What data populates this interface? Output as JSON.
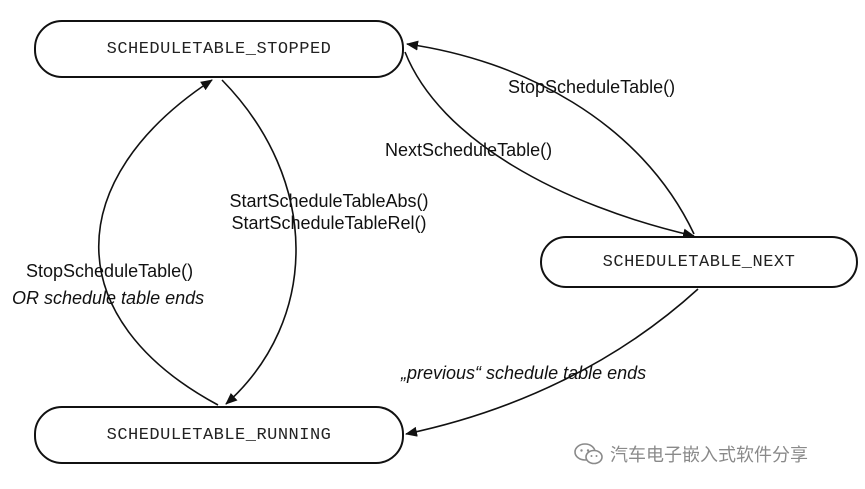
{
  "states": {
    "stopped": "SCHEDULETABLE_STOPPED",
    "next": "SCHEDULETABLE_NEXT",
    "running": "SCHEDULETABLE_RUNNING"
  },
  "transitions": {
    "next_to_stopped": "StopScheduleTable()",
    "stopped_to_next": "NextScheduleTable()",
    "stopped_to_running_1": "StartScheduleTableAbs()",
    "stopped_to_running_2": "StartScheduleTableRel()",
    "running_to_stopped_1": "StopScheduleTable()",
    "running_to_stopped_2": "OR schedule table ends",
    "next_to_running": "„previous“ schedule table ends"
  },
  "watermark": {
    "text": "汽车电子嵌入式软件分享",
    "icon": "wechat-icon"
  }
}
